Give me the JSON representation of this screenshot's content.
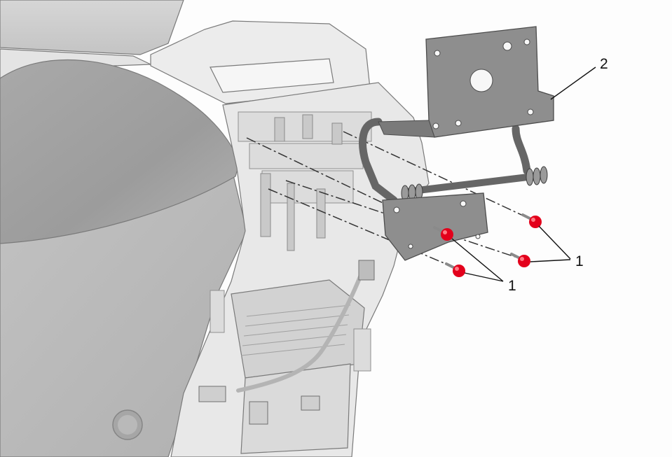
{
  "figure": {
    "callouts": {
      "bracket": "2",
      "fasteners_right": "1",
      "fasteners_left": "1"
    }
  },
  "colors": {
    "fastener": "#e3001b",
    "bracket": "#8e8e8e",
    "bracket_bar": "#666666",
    "background": "#fdfdfd"
  }
}
